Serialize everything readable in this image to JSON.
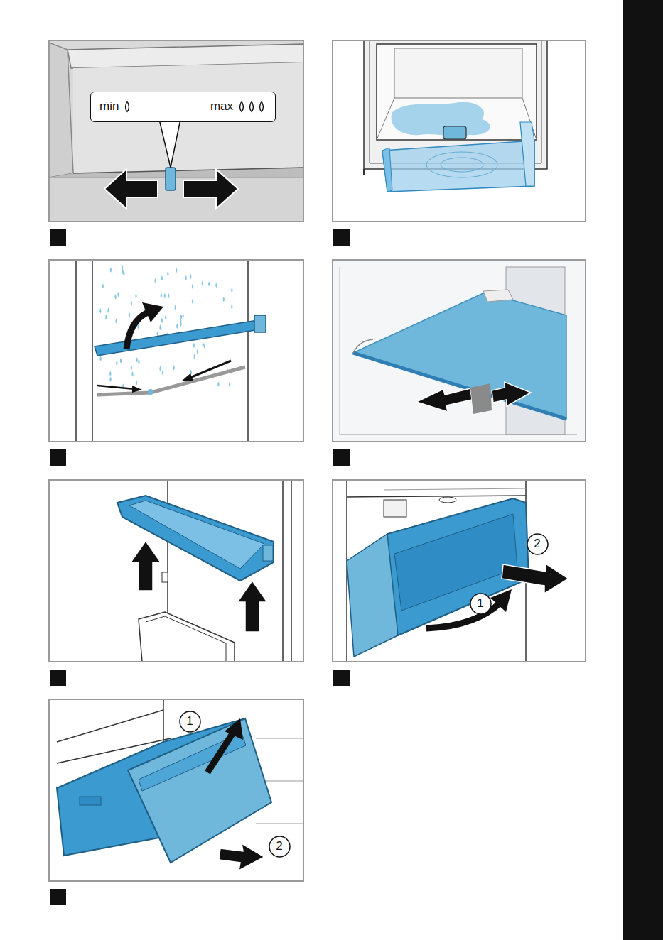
{
  "diagram": {
    "nodes": [
      {
        "text": [
          "min",
          "max"
        ]
      },
      {
        "text": [
          "2"
        ]
      },
      {
        "text": [
          "1"
        ]
      },
      {
        "text": [
          "1"
        ]
      },
      {
        "text": [
          "2"
        ]
      }
    ]
  }
}
